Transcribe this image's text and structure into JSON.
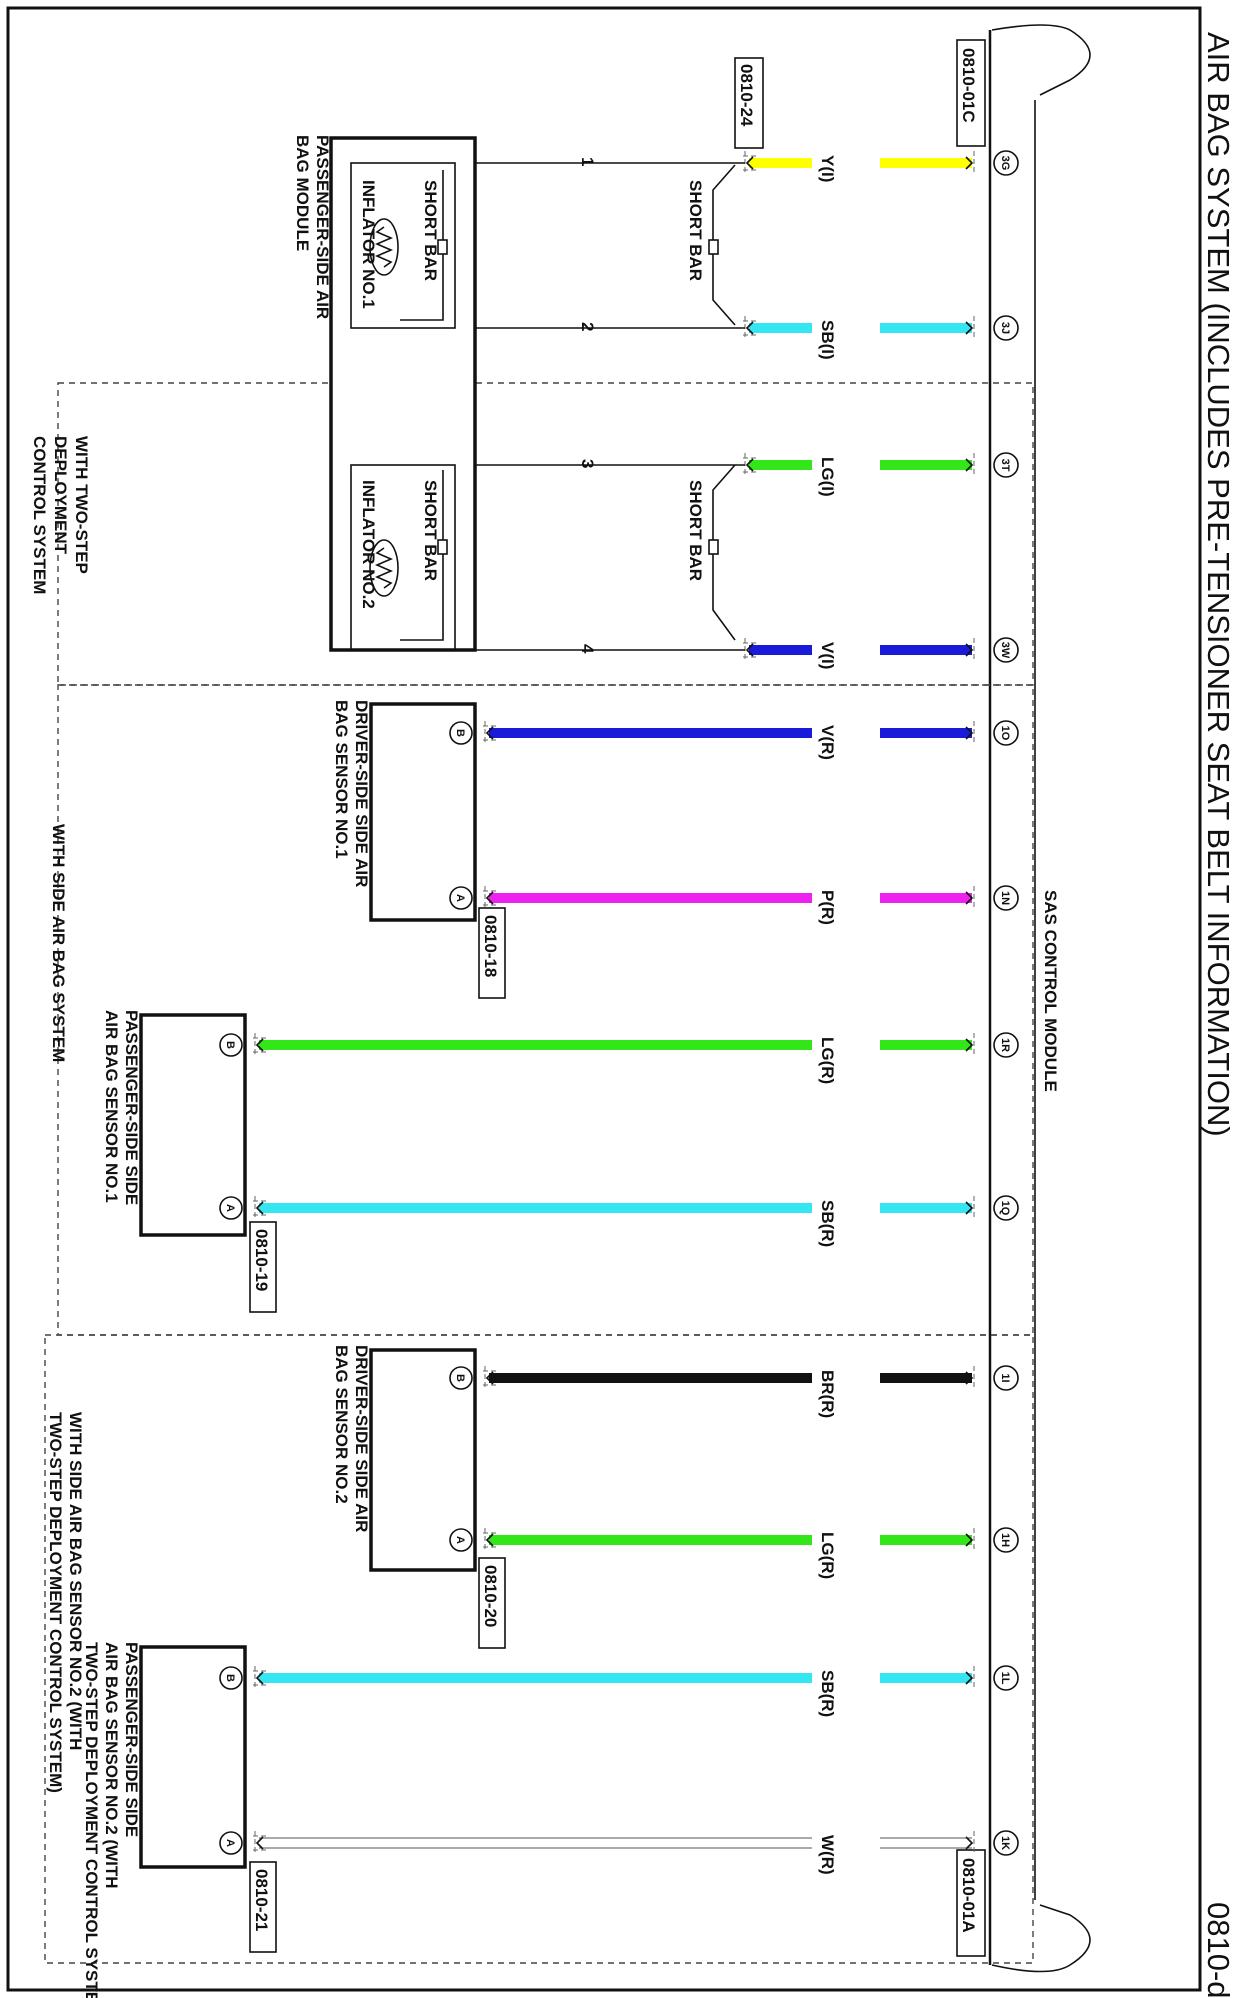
{
  "page": {
    "title": "AIR BAG SYSTEM (INCLUDES PRE-TENSIONER SEAT BELT INFORMATION)",
    "page_id": "0810-d"
  },
  "module": {
    "name": "SAS CONTROL MODULE",
    "connector_top": "0810-01C",
    "connector_bottom": "0810-01A"
  },
  "colors": {
    "Y": "#ffff00",
    "SB": "#33e6f2",
    "LG": "#33e619",
    "V": "#1a1ad9",
    "P": "#ee22ee",
    "BR": "#111111",
    "W": "#ffffff"
  },
  "wires": [
    {
      "pin": "3G",
      "label": "Y(I)",
      "color": "Y",
      "end": "1"
    },
    {
      "pin": "3J",
      "label": "SB(I)",
      "color": "SB",
      "end": "2"
    },
    {
      "pin": "3T",
      "label": "LG(I)",
      "color": "LG",
      "end": "3"
    },
    {
      "pin": "3W",
      "label": "V(I)",
      "color": "V",
      "end": "4"
    },
    {
      "pin": "1O",
      "label": "V(R)",
      "color": "V",
      "end": "B"
    },
    {
      "pin": "1N",
      "label": "P(R)",
      "color": "P",
      "end": "A"
    },
    {
      "pin": "1R",
      "label": "LG(R)",
      "color": "LG",
      "end": "B"
    },
    {
      "pin": "1Q",
      "label": "SB(R)",
      "color": "SB",
      "end": "A"
    },
    {
      "pin": "1I",
      "label": "BR(R)",
      "color": "BR",
      "end": "B"
    },
    {
      "pin": "1H",
      "label": "LG(R)",
      "color": "LG",
      "end": "A"
    },
    {
      "pin": "1L",
      "label": "SB(R)",
      "color": "SB",
      "end": "B"
    },
    {
      "pin": "1K",
      "label": "W(R)",
      "color": "W",
      "end": "A"
    }
  ],
  "passenger_module": {
    "connector": "0810-24",
    "short_bar": "SHORT BAR",
    "inflator_1": "INFLATOR NO.1",
    "inflator_2": "INFLATOR NO.2",
    "name_line1": "PASSENGER-SIDE AIR",
    "name_line2": "BAG MODULE"
  },
  "sensors": [
    {
      "connector": "0810-18",
      "line1": "DRIVER-SIDE SIDE AIR",
      "line2": "BAG SENSOR NO.1"
    },
    {
      "connector": "0810-19",
      "line1": "PASSENGER-SIDE SIDE",
      "line2": "AIR BAG SENSOR NO.1"
    },
    {
      "connector": "0810-20",
      "line1": "DRIVER-SIDE SIDE AIR",
      "line2": "BAG SENSOR NO.2"
    },
    {
      "connector": "0810-21",
      "line1": "PASSENGER-SIDE SIDE",
      "line2": "AIR BAG SENSOR NO.2 (WITH",
      "line3": "TWO-STEP DEPLOYMENT CONTROL SYSTEM)"
    }
  ],
  "groups": {
    "two_step": {
      "line1": "WITH TWO-STEP",
      "line2": "DEPLOYMENT",
      "line3": "CONTROL SYSTEM"
    },
    "side": {
      "line1": "WITH SIDE AIR BAG SYSTEM"
    },
    "side_two_step": {
      "line1": "WITH SIDE AIR BAG SENSOR NO.2 (WITH",
      "line2": "TWO-STEP DEPLOYMENT CONTROL SYSTEM)"
    }
  }
}
